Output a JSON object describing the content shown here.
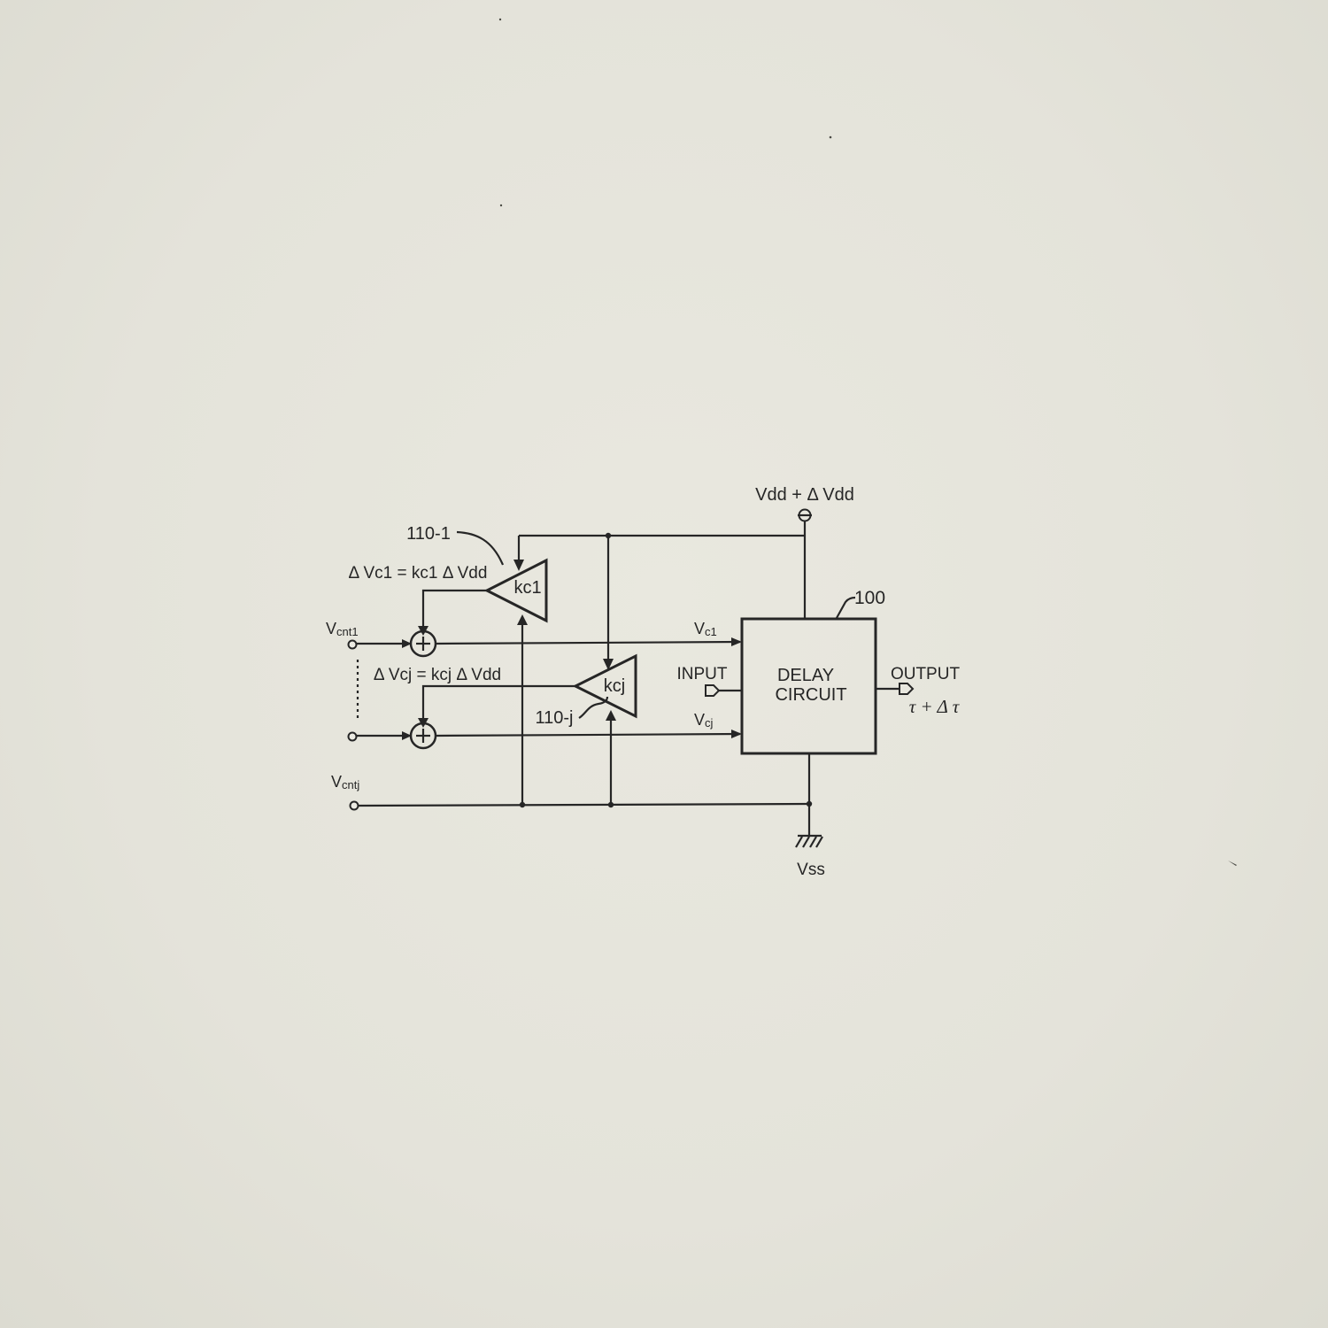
{
  "diagram": {
    "supply_label": "Vdd + Δ Vdd",
    "ground_label": "Vss",
    "block": {
      "ref": "100",
      "title_line1": "DELAY",
      "title_line2": "CIRCUIT",
      "input_label": "INPUT",
      "output_label": "OUTPUT",
      "output_value": "τ + Δ τ"
    },
    "amplifiers": [
      {
        "ref": "110-1",
        "gain": "kc1",
        "equation": "Δ Vc1 = kc1 Δ Vdd",
        "control_input": {
          "main": "V",
          "sub": "cnt1"
        },
        "output_signal": {
          "main": "V",
          "sub": "c1"
        }
      },
      {
        "ref": "110-j",
        "gain": "kcj",
        "equation": "Δ Vcj = kcj Δ Vdd",
        "control_input": {
          "main": "V",
          "sub": "cntj"
        },
        "output_signal": {
          "main": "V",
          "sub": "cj"
        }
      }
    ],
    "adder_symbol": "+",
    "colors": {
      "paper": "#e6e5dc",
      "ink": "#262626"
    }
  }
}
